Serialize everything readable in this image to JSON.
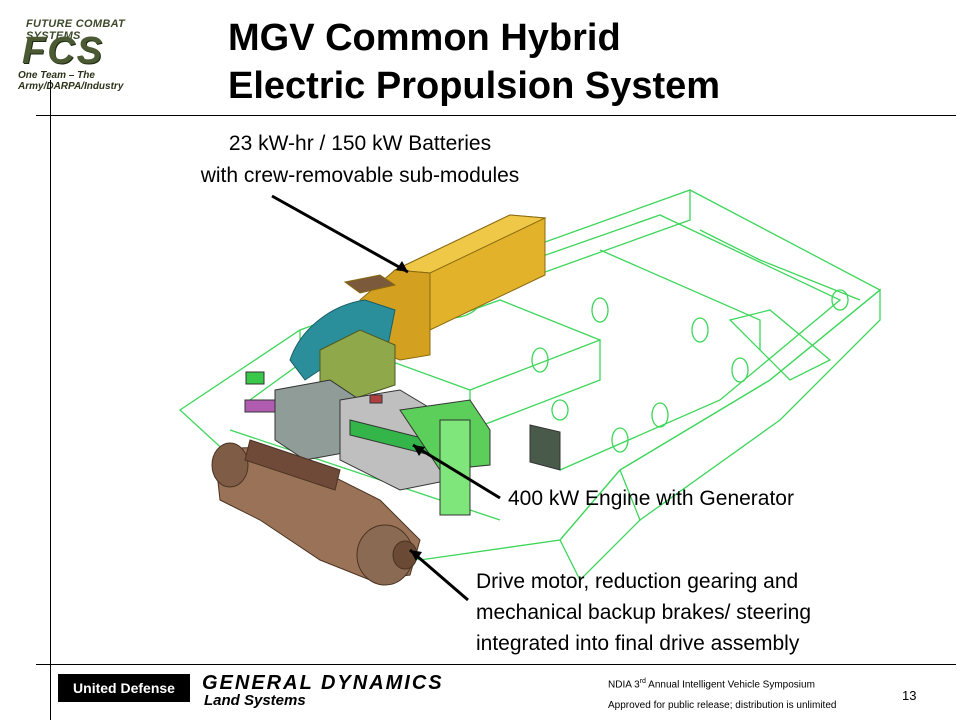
{
  "header": {
    "logo_line1": "FUTURE COMBAT SYSTEMS",
    "logo_mark": "FCS",
    "logo_tagline": "One Team – The Army/DARPA/Industry",
    "title_line1": "MGV Common Hybrid",
    "title_line2": "Electric Propulsion System"
  },
  "callouts": {
    "battery_line1": "23 kW-hr / 150 kW Batteries",
    "battery_line2": "with crew-removable sub-modules",
    "engine": "400 kW Engine with Generator",
    "drive_line1": "Drive motor, reduction gearing and",
    "drive_line2": "mechanical backup brakes/ steering",
    "drive_line3": "integrated into final drive assembly"
  },
  "footer": {
    "ud_logo": "United Defense",
    "gd_name": "GENERAL DYNAMICS",
    "gd_sub": "Land Systems",
    "symposium_pre": "NDIA 3",
    "symposium_sup": "rd",
    "symposium_post": " Annual Intelligent Vehicle Symposium",
    "release": "Approved for public release; distribution is unlimited",
    "page_number": "13"
  },
  "colors": {
    "hull_wire": "#3dd65a",
    "battery": "#d9a820",
    "duct": "#2a8f9a",
    "drive": "#8a6a52"
  }
}
